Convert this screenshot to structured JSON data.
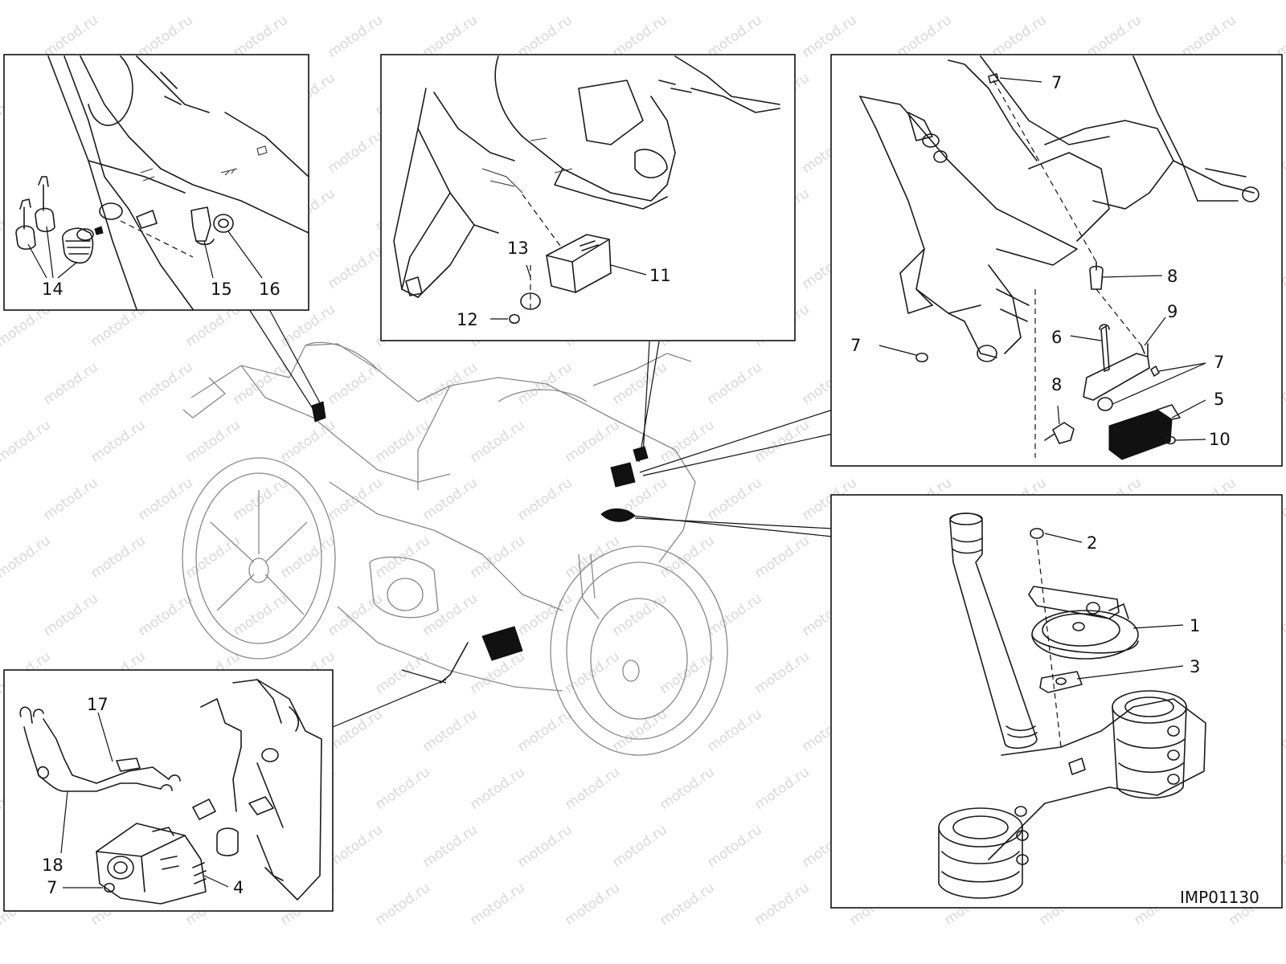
{
  "watermark_text": "motod.ru",
  "image_code": "IMP01130",
  "panels": {
    "ignition": {
      "callouts": [
        "14",
        "15",
        "16"
      ]
    },
    "front_unit": {
      "callouts": [
        "13",
        "11",
        "12"
      ]
    },
    "frame_sensor": {
      "callouts": [
        "7",
        "8",
        "7",
        "9",
        "6",
        "7",
        "8",
        "5",
        "10"
      ]
    },
    "horn": {
      "callouts": [
        "2",
        "1",
        "3"
      ]
    },
    "control_unit": {
      "callouts": [
        "17",
        "18",
        "7",
        "4"
      ]
    }
  },
  "colors": {
    "line": "#1a1a1a",
    "watermark": "#d8d8d8",
    "background": "#ffffff"
  }
}
